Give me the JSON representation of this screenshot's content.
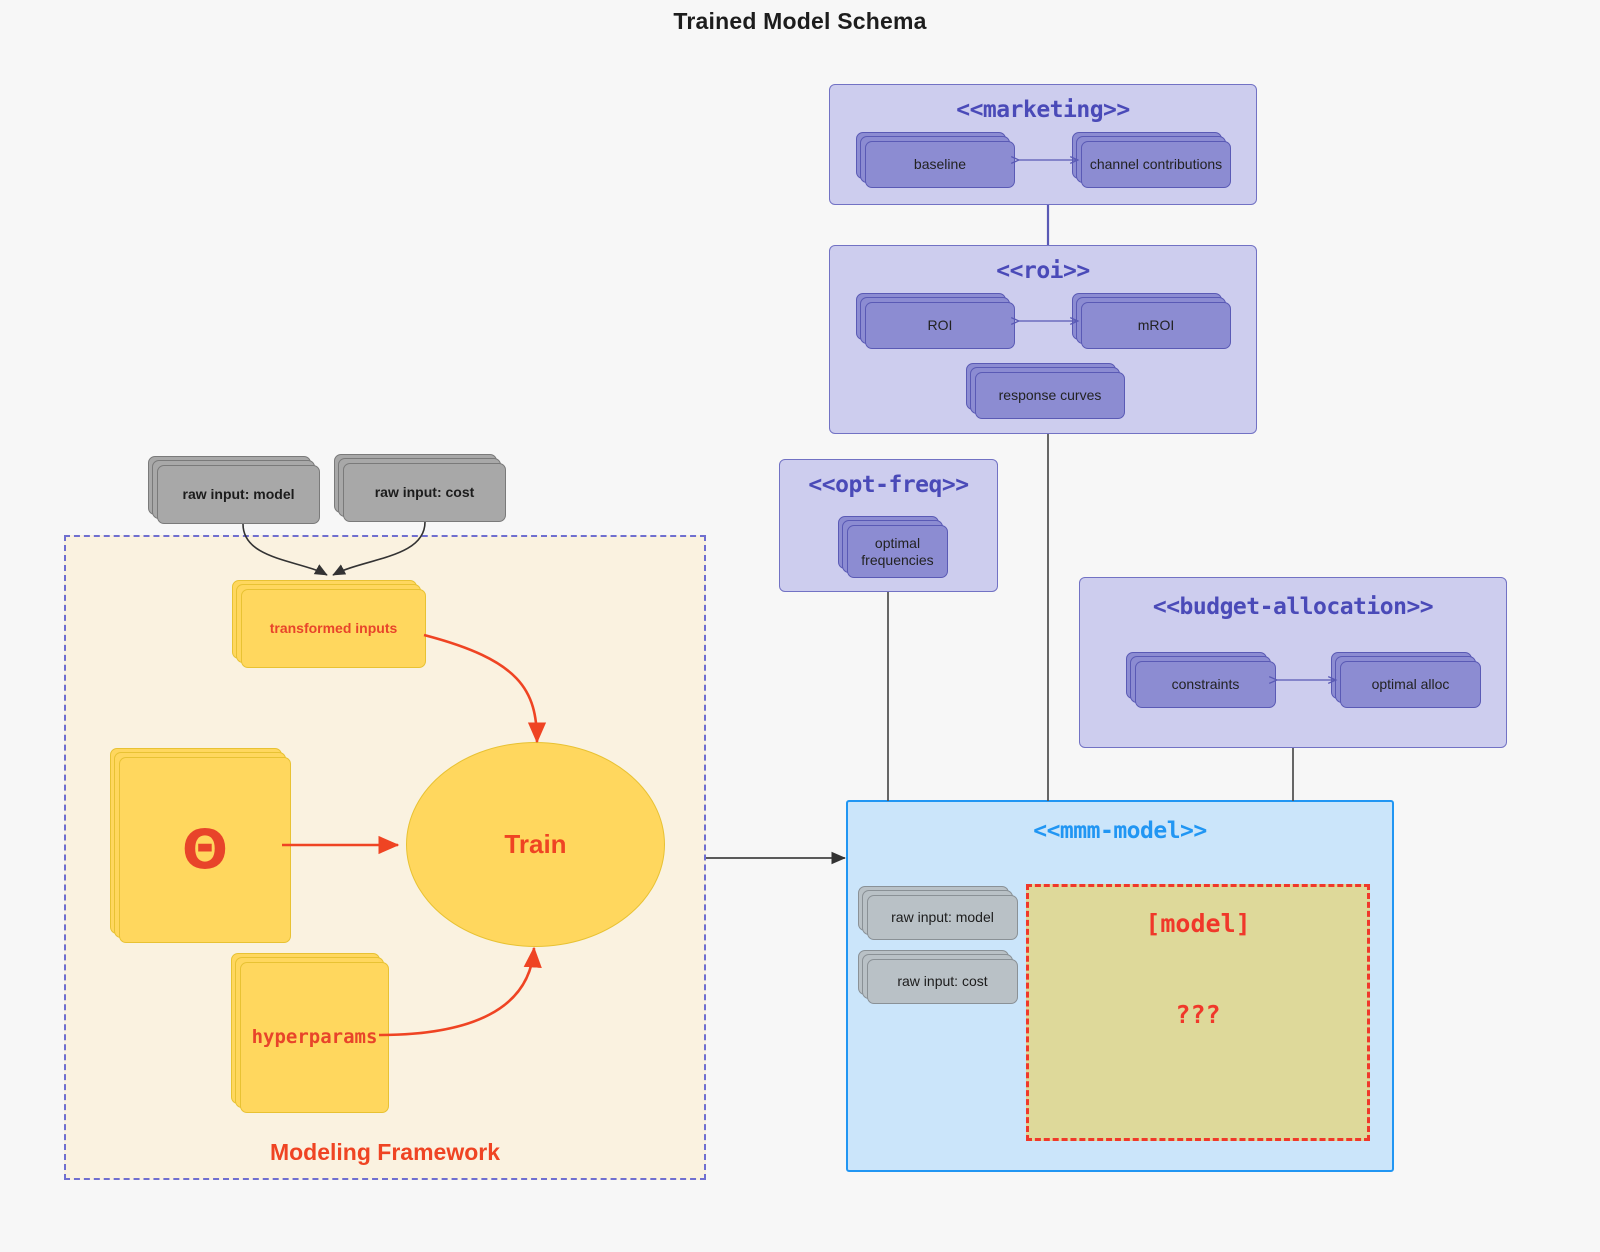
{
  "title": "Trained Model Schema",
  "colors": {
    "background": "#f7f7f7",
    "group_fill": "#cdcdee",
    "group_stroke": "#7272c4",
    "group_title": "#4a4ab8",
    "node_fill": "#8c8cd2",
    "node_stroke": "#5a5ab5",
    "mmm_fill": "#cbe5fa",
    "mmm_stroke": "#2196f3",
    "framework_fill": "#faf2e0",
    "framework_stroke": "#6f6fd0",
    "accent_red": "#ef4423",
    "yellow_fill": "#ffd75e",
    "yellow_stroke": "#e8c233",
    "model_fill": "#ded99a",
    "model_stroke": "#f0382a",
    "gray_fill": "#a8a8a8",
    "gray_stroke": "#7a7a7a",
    "lightgray_fill": "#b9c1c6"
  },
  "framework": {
    "label": "Modeling Framework",
    "external_inputs": [
      {
        "label": "raw input: model"
      },
      {
        "label": "raw input: cost"
      }
    ],
    "nodes": [
      {
        "label": "transformed inputs"
      },
      {
        "label": "Θ"
      },
      {
        "label": "hyperparams"
      }
    ],
    "process": {
      "label": "Train"
    }
  },
  "groups": [
    {
      "name": "marketing",
      "title": "<<marketing>>",
      "nodes": [
        {
          "label": "baseline"
        },
        {
          "label": "channel contributions"
        }
      ]
    },
    {
      "name": "roi",
      "title": "<<roi>>",
      "nodes": [
        {
          "label": "ROI"
        },
        {
          "label": "mROI"
        },
        {
          "label": "response curves"
        }
      ]
    },
    {
      "name": "opt-freq",
      "title": "<<opt-freq>>",
      "nodes": [
        {
          "label": "optimal\nfrequencies",
          "line1": "optimal",
          "line2": "frequencies"
        }
      ]
    },
    {
      "name": "budget-allocation",
      "title": "<<budget-allocation>>",
      "nodes": [
        {
          "label": "constraints"
        },
        {
          "label": "optimal alloc"
        }
      ]
    },
    {
      "name": "mmm-model",
      "title": "<<mmm-model>>",
      "nodes": [
        {
          "label": "raw input: model"
        },
        {
          "label": "raw input: cost"
        }
      ],
      "model_placeholder": {
        "label": "[model]",
        "unknown": "???"
      }
    }
  ]
}
